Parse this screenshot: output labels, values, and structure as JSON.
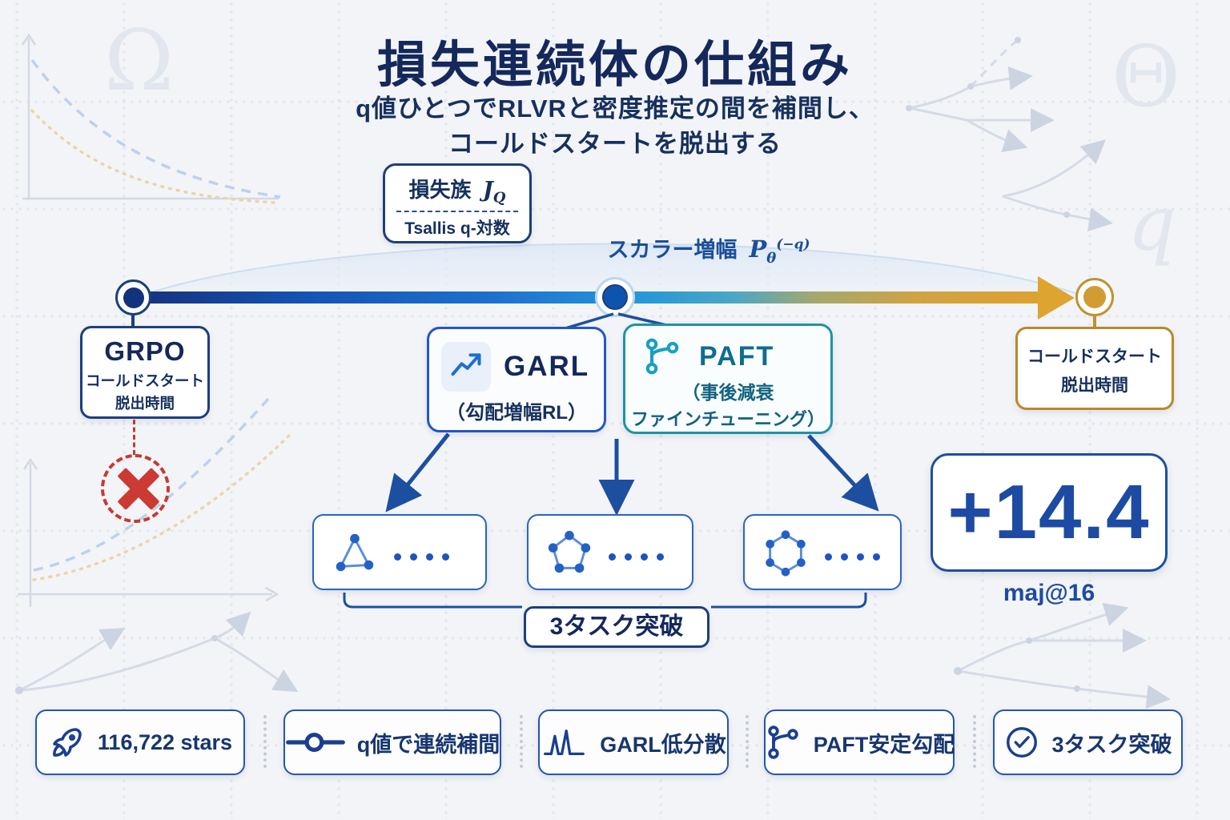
{
  "header": {
    "title": "損失連続体の仕組み",
    "subtitle_line1": "q値ひとつでRLVRと密度推定の間を補間し、",
    "subtitle_line2": "コールドスタートを脱出する"
  },
  "loss_family": {
    "label": "損失族",
    "formula_main": "J",
    "formula_sub": "Q",
    "method": "Tsallis q-対数"
  },
  "scalar": {
    "text": "スカラー増幅",
    "formula_main": "P",
    "formula_sub": "θ",
    "formula_sup": "(−q)"
  },
  "grpo": {
    "title": "GRPO",
    "line1": "コールドスタート",
    "line2": "脱出時間"
  },
  "garl": {
    "title": "GARL",
    "subtitle": "（勾配増幅RL）"
  },
  "paft": {
    "title": "PAFT",
    "line1": "（事後減衰",
    "line2": "ファインチューニング）"
  },
  "right_node": {
    "line1": "コールドスタート",
    "line2": "脱出時間"
  },
  "tasks": {
    "label": "3タスク突破",
    "count": 3
  },
  "metric": {
    "value": "+14.4",
    "caption": "maj@16"
  },
  "badges": [
    {
      "icon": "rocket-icon",
      "label": "116,722 stars"
    },
    {
      "icon": "slider-icon",
      "label": "q値で連続補間"
    },
    {
      "icon": "waveform-icon",
      "label": "GARL低分散"
    },
    {
      "icon": "branch-icon",
      "label": "PAFT安定勾配"
    },
    {
      "icon": "check-circle-icon",
      "label": "3タスク突破"
    }
  ],
  "background": {
    "symbols": [
      "Ω",
      "Θ",
      "q"
    ]
  },
  "colors": {
    "navy": "#14285c",
    "blue": "#1565c8",
    "sky": "#2596d8",
    "teal": "#1d93a8",
    "gold": "#dda230",
    "red": "#c63a33"
  }
}
